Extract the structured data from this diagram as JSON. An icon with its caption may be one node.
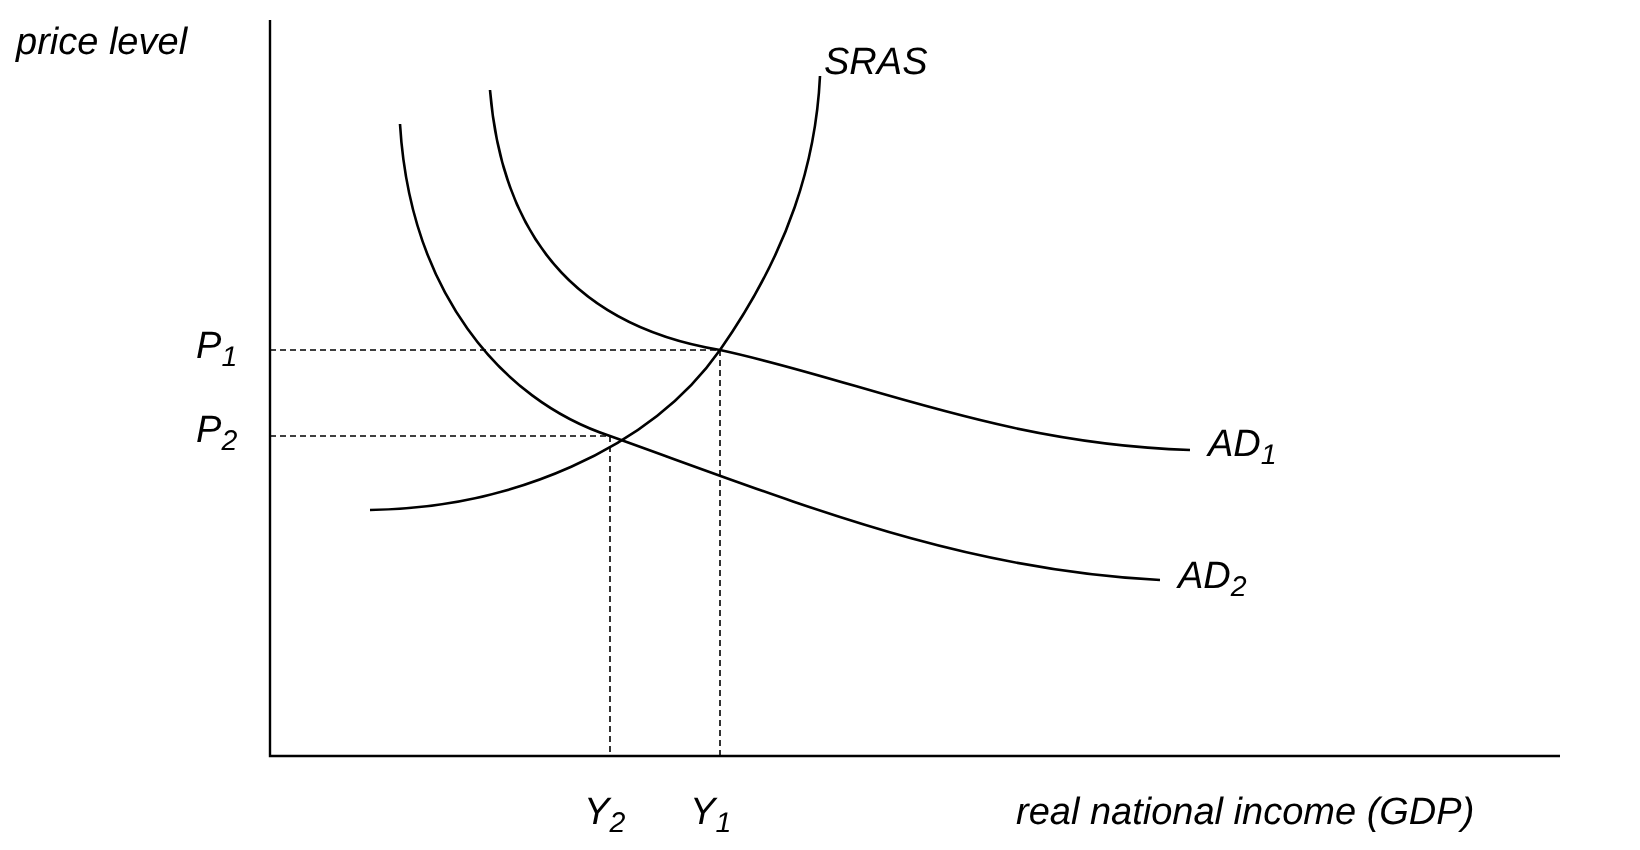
{
  "diagram": {
    "labels": [
      "price level",
      "SRAS",
      "P$_{1}$",
      "P$_{2}$",
      "AD$_{1}$",
      "AD$_{2}$",
      "Y$_{2}$",
      "Y$_{1}$",
      "real national income (GDP)"
    ]
  }
}
